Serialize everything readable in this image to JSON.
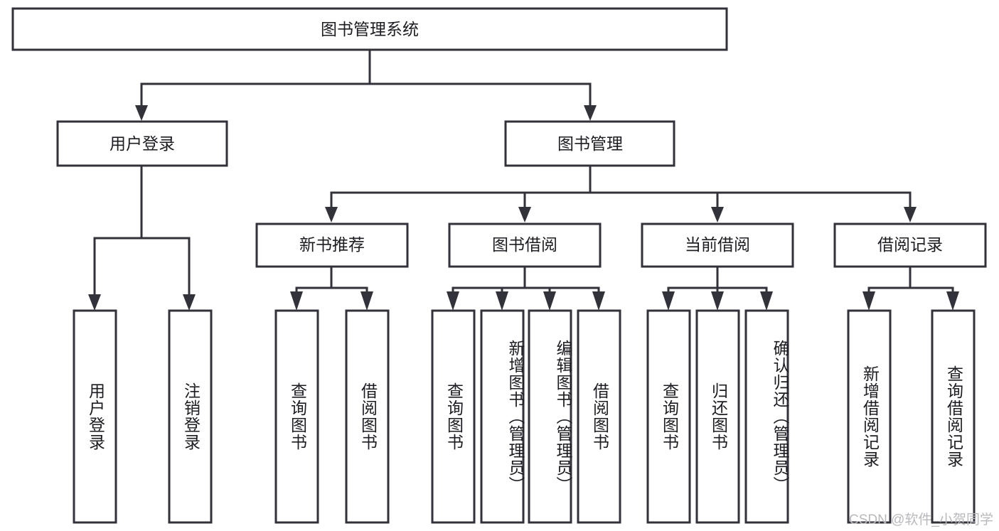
{
  "diagram": {
    "type": "tree-hierarchy",
    "title": "图书管理系统",
    "root": {
      "id": "root",
      "label": "图书管理系统",
      "orientation": "horizontal"
    },
    "level1": [
      {
        "id": "user-login",
        "label": "用户登录",
        "orientation": "horizontal"
      },
      {
        "id": "book-manage",
        "label": "图书管理",
        "orientation": "horizontal"
      }
    ],
    "level2": [
      {
        "id": "new-book-recommend",
        "label": "新书推荐",
        "parent": "book-manage",
        "orientation": "horizontal"
      },
      {
        "id": "book-borrow",
        "label": "图书借阅",
        "parent": "book-manage",
        "orientation": "horizontal"
      },
      {
        "id": "current-borrow",
        "label": "当前借阅",
        "parent": "book-manage",
        "orientation": "horizontal"
      },
      {
        "id": "borrow-record",
        "label": "借阅记录",
        "parent": "book-manage",
        "orientation": "horizontal"
      }
    ],
    "leaves": [
      {
        "id": "leaf-user-login",
        "label": "用户登录",
        "parent": "user-login",
        "orientation": "vertical"
      },
      {
        "id": "leaf-logout-login",
        "label": "注销登录",
        "parent": "user-login",
        "orientation": "vertical"
      },
      {
        "id": "leaf-query-book-1",
        "label": "查询图书",
        "parent": "new-book-recommend",
        "orientation": "vertical"
      },
      {
        "id": "leaf-borrow-book-1",
        "label": "借阅图书",
        "parent": "new-book-recommend",
        "orientation": "vertical"
      },
      {
        "id": "leaf-query-book-2",
        "label": "查询图书",
        "parent": "book-borrow",
        "orientation": "vertical"
      },
      {
        "id": "leaf-add-book-admin",
        "label": "新增图书（管理员）",
        "parent": "book-borrow",
        "orientation": "vertical"
      },
      {
        "id": "leaf-edit-book-admin",
        "label": "编辑图书（管理员）",
        "parent": "book-borrow",
        "orientation": "vertical"
      },
      {
        "id": "leaf-borrow-book-2",
        "label": "借阅图书",
        "parent": "book-borrow",
        "orientation": "vertical"
      },
      {
        "id": "leaf-query-book-3",
        "label": "查询图书",
        "parent": "current-borrow",
        "orientation": "vertical"
      },
      {
        "id": "leaf-return-book",
        "label": "归还图书",
        "parent": "current-borrow",
        "orientation": "vertical"
      },
      {
        "id": "leaf-confirm-return-admin",
        "label": "确认归还（管理员）",
        "parent": "current-borrow",
        "orientation": "vertical"
      },
      {
        "id": "leaf-add-borrow-record",
        "label": "新增借阅记录",
        "parent": "borrow-record",
        "orientation": "vertical"
      },
      {
        "id": "leaf-query-borrow-record",
        "label": "查询借阅记录",
        "parent": "borrow-record",
        "orientation": "vertical"
      }
    ],
    "colors": {
      "box_stroke": "#32323a",
      "box_fill": "#ffffff",
      "connector": "#32323a",
      "text": "#1c1c22",
      "watermark": "#b9b9bd",
      "background": "#ffffff"
    }
  },
  "watermark": {
    "text": "CSDN @软件_小贺同学"
  }
}
